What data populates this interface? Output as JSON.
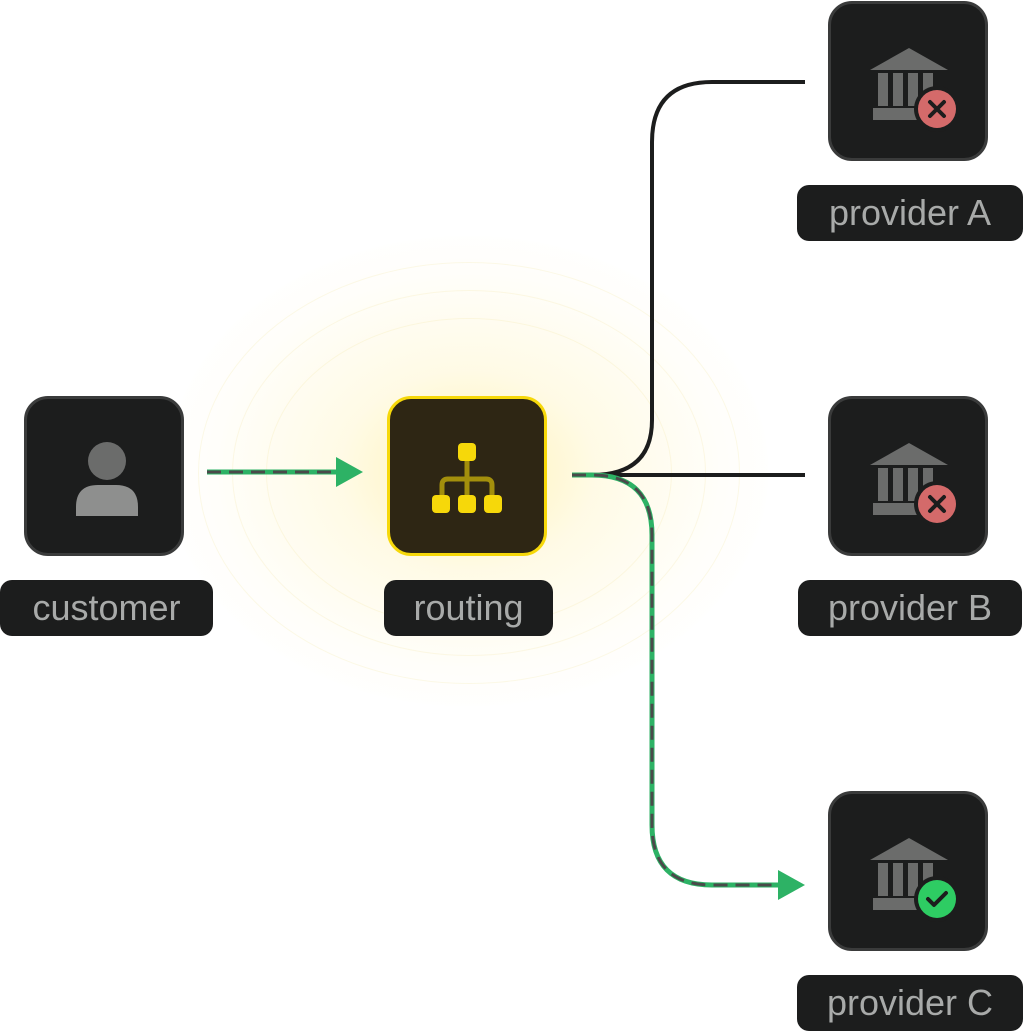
{
  "nodes": {
    "customer": {
      "label": "customer",
      "icon": "person-icon"
    },
    "routing": {
      "label": "routing",
      "icon": "hierarchy-icon",
      "accent": "#f6d80a"
    },
    "provider_a": {
      "label": "provider A",
      "icon": "bank-icon",
      "status": "failed",
      "status_icon": "x-circle-icon"
    },
    "provider_b": {
      "label": "provider B",
      "icon": "bank-icon",
      "status": "failed",
      "status_icon": "x-circle-icon"
    },
    "provider_c": {
      "label": "provider C",
      "icon": "bank-icon",
      "status": "success",
      "status_icon": "check-circle-icon"
    }
  },
  "edges": [
    {
      "from": "customer",
      "to": "routing",
      "style": "active-dashed"
    },
    {
      "from": "routing",
      "to": "provider_a",
      "style": "inactive"
    },
    {
      "from": "routing",
      "to": "provider_b",
      "style": "inactive"
    },
    {
      "from": "routing",
      "to": "provider_c",
      "style": "active-dashed"
    }
  ],
  "colors": {
    "node_bg": "#1c1d1d",
    "node_border": "#3a3b3b",
    "routing_bg": "#2e2614",
    "routing_border": "#f6d80a",
    "label_text": "#a8aaa9",
    "line_inactive": "#1c1d1d",
    "line_active": "#2db265",
    "dash_dark": "#4a4a4a",
    "error": "#d46a6a",
    "success": "#2ecc63",
    "icon_gray": "#6b6c6b"
  }
}
